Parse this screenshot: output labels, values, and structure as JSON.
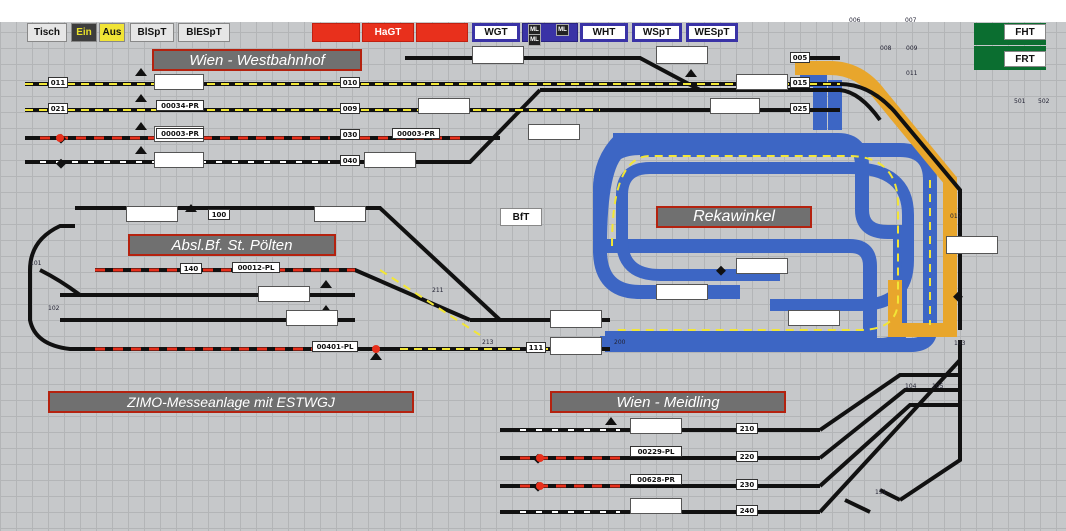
{
  "toolbar": {
    "tisch": "Tisch",
    "ein": "Ein",
    "aus": "Aus",
    "blspt": "BlSpT",
    "blespt": "BlESpT",
    "hagt": "HaGT",
    "wgt": "WGT",
    "ml_top_left": "ML",
    "ml_top_right": "ML",
    "ml_bottom": "ML",
    "wht": "WHT",
    "wspt": "WSpT",
    "wespt": "WESpT",
    "fht": "FHT",
    "frt": "FRT"
  },
  "stations": {
    "westbahnhof": "Wien - Westbahnhof",
    "st_poelten": "Absl.Bf. St. Pölten",
    "rekawinkel": "Rekawinkel",
    "meidling": "Wien - Meidling",
    "messe": "ZIMO-Messeanlage mit ESTWGJ",
    "bft": "BfT"
  },
  "trains": {
    "pr_034": "00034-PR",
    "pr_003a": "00003-PR",
    "pr_003b": "00003-PR",
    "pl_012": "00012-PL",
    "pl_401": "00401-PL",
    "pl_229": "00229-PL",
    "pr_628": "00628-PR"
  },
  "tracks": {
    "t011": "011",
    "t021": "021",
    "t010": "010",
    "t009": "009",
    "t030": "030",
    "t040": "040",
    "t005": "005",
    "t015": "015",
    "t025": "025",
    "t100": "100",
    "t140": "140",
    "t111": "111",
    "t210": "210",
    "t220": "220",
    "t230": "230",
    "t240": "240",
    "t006": "006",
    "t007": "007",
    "t008": "008",
    "t009b": "009",
    "t011b": "011",
    "t501": "501",
    "t502": "502",
    "t017": "017",
    "t103": "103",
    "t104": "104",
    "t105": "105",
    "t101": "101",
    "t102": "102",
    "t200": "200",
    "t213": "213",
    "t211": "211",
    "t151": "151"
  },
  "colors": {
    "board": "#c6c8ca",
    "red_button": "#e8301c",
    "blue_button": "#3a33a6",
    "green_button": "#0b6e30",
    "rekawinkel_loop": "#3d66c4",
    "orange_track": "#e8a62c",
    "track": "#111111",
    "occupied": "#e8301c",
    "route": "#f2e636"
  }
}
